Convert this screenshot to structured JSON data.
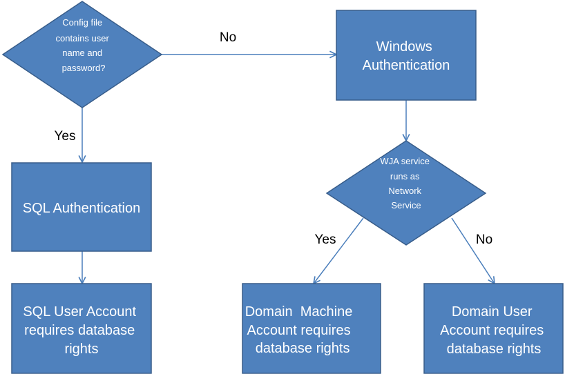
{
  "colors": {
    "node_fill": "#4f81bd",
    "node_stroke": "#385d8a",
    "node_text": "#ffffff",
    "arrow": "#4a7ebb",
    "label_text": "#000000"
  },
  "nodes": {
    "config_decision": [
      "Config file",
      "contains user",
      "name and",
      "password?"
    ],
    "windows_auth": [
      "Windows",
      "Authentication"
    ],
    "sql_auth": [
      "SQL Authentication"
    ],
    "wja_decision": [
      "WJA service",
      "runs as",
      "Network",
      "Service"
    ],
    "sql_user_account": [
      "SQL User Account",
      "requires database",
      "rights"
    ],
    "domain_machine_account": [
      "Domain  Machine",
      "Account requires",
      "database rights"
    ],
    "domain_user_account": [
      "Domain User",
      "Account requires",
      "database rights"
    ]
  },
  "edge_labels": {
    "config_no": "No",
    "config_yes": "Yes",
    "wja_yes": "Yes",
    "wja_no": "No"
  }
}
